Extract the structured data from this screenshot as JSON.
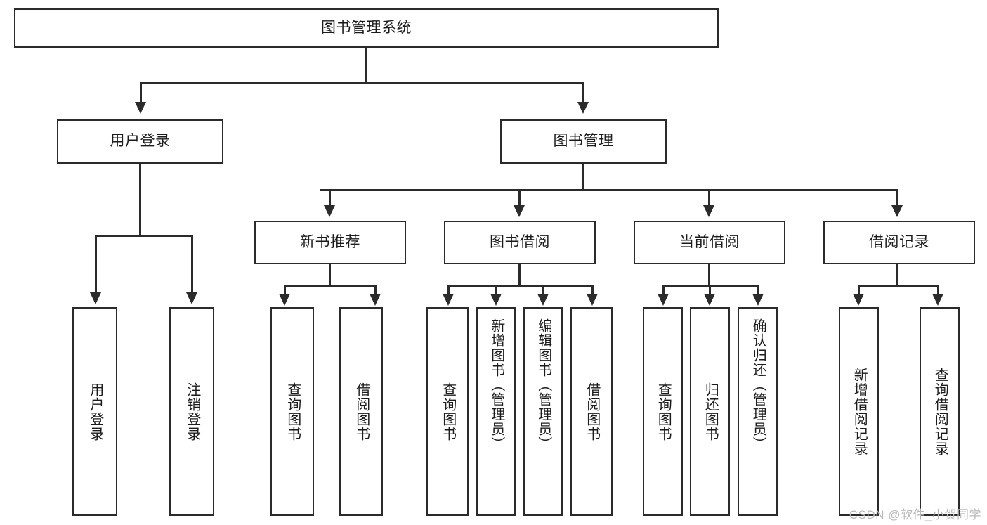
{
  "diagram": {
    "type": "tree-hierarchy",
    "title": "图书管理系统",
    "watermark": "CSDN @软件_小贺同学",
    "colors": {
      "stroke": "#2b2b2b",
      "fill": "#ffffff",
      "text": "#1b1b1b",
      "watermark": "#b9b9b9"
    },
    "levels": {
      "root": "图书管理系统",
      "level2": [
        "用户登录",
        "图书管理"
      ],
      "level3": [
        "新书推荐",
        "图书借阅",
        "当前借阅",
        "借阅记录"
      ]
    },
    "nodes": {
      "root": {
        "label": "图书管理系统"
      },
      "user_login": {
        "label": "用户登录"
      },
      "book_manage": {
        "label": "图书管理"
      },
      "new_book_rec": {
        "label": "新书推荐"
      },
      "book_borrow": {
        "label": "图书借阅"
      },
      "current_borrow": {
        "label": "当前借阅"
      },
      "borrow_record": {
        "label": "借阅记录"
      },
      "leaf_user_login": {
        "label": "用户登录"
      },
      "leaf_logout": {
        "label": "注销登录"
      },
      "leaf_query_book_1": {
        "label": "查询图书"
      },
      "leaf_borrow_book_1": {
        "label": "借阅图书"
      },
      "leaf_query_book_2": {
        "label": "查询图书"
      },
      "leaf_add_book": {
        "label": "新增图书（管理员）"
      },
      "leaf_edit_book": {
        "label": "编辑图书（管理员）"
      },
      "leaf_borrow_book_2": {
        "label": "借阅图书"
      },
      "leaf_query_book_3": {
        "label": "查询图书"
      },
      "leaf_return_book": {
        "label": "归还图书"
      },
      "leaf_confirm_return": {
        "label": "确认归还（管理员）"
      },
      "leaf_add_record": {
        "label": "新增借阅记录"
      },
      "leaf_query_record": {
        "label": "查询借阅记录"
      }
    },
    "edges": [
      {
        "from": "root",
        "to": "user_login"
      },
      {
        "from": "root",
        "to": "book_manage"
      },
      {
        "from": "user_login",
        "to": "leaf_user_login"
      },
      {
        "from": "user_login",
        "to": "leaf_logout"
      },
      {
        "from": "book_manage",
        "to": "new_book_rec"
      },
      {
        "from": "book_manage",
        "to": "book_borrow"
      },
      {
        "from": "book_manage",
        "to": "current_borrow"
      },
      {
        "from": "book_manage",
        "to": "borrow_record"
      },
      {
        "from": "new_book_rec",
        "to": "leaf_query_book_1"
      },
      {
        "from": "new_book_rec",
        "to": "leaf_borrow_book_1"
      },
      {
        "from": "book_borrow",
        "to": "leaf_query_book_2"
      },
      {
        "from": "book_borrow",
        "to": "leaf_add_book"
      },
      {
        "from": "book_borrow",
        "to": "leaf_edit_book"
      },
      {
        "from": "book_borrow",
        "to": "leaf_borrow_book_2"
      },
      {
        "from": "current_borrow",
        "to": "leaf_query_book_3"
      },
      {
        "from": "current_borrow",
        "to": "leaf_return_book"
      },
      {
        "from": "current_borrow",
        "to": "leaf_confirm_return"
      },
      {
        "from": "borrow_record",
        "to": "leaf_add_record"
      },
      {
        "from": "borrow_record",
        "to": "leaf_query_record"
      }
    ]
  }
}
